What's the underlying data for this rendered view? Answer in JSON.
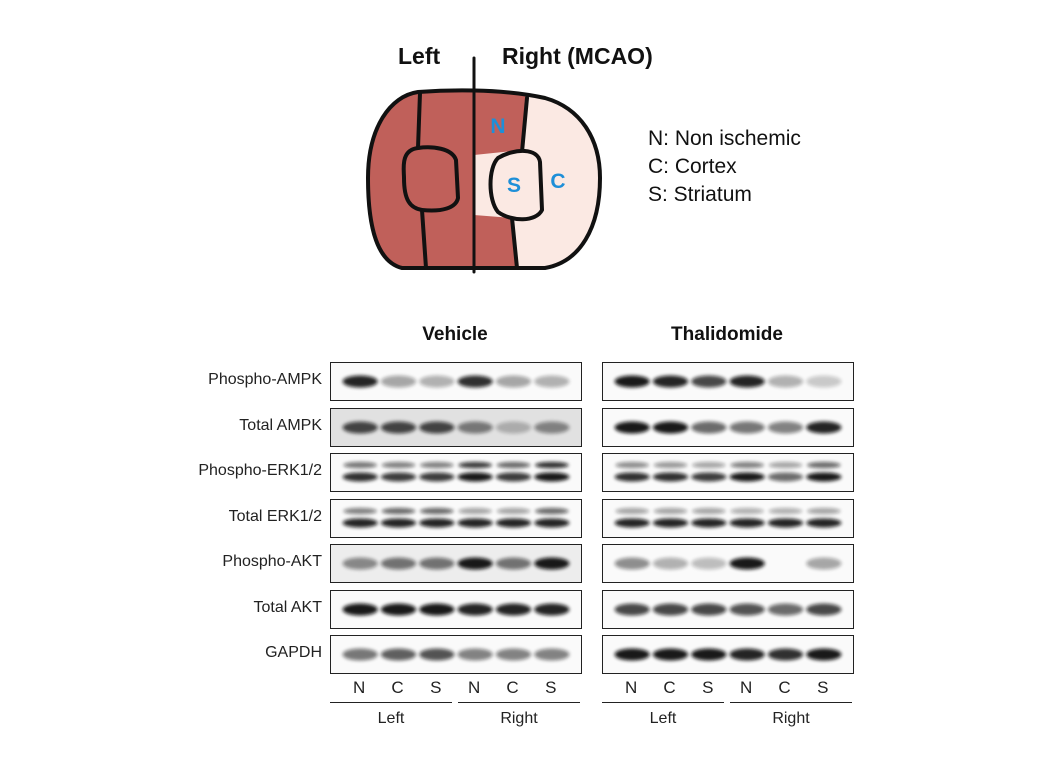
{
  "diagram": {
    "left_label": "Left",
    "right_label": "Right (MCAO)",
    "region_n": "N",
    "region_s": "S",
    "region_c": "C",
    "colors": {
      "healthy": "#c0605a",
      "ischemic": "#fbe9e3",
      "region_text": "#1e8fd8",
      "outline": "#111111"
    }
  },
  "legend": [
    "N: Non ischemic",
    "C: Cortex",
    "S: Striatum"
  ],
  "blot": {
    "groups": [
      {
        "title": "Vehicle",
        "rows": [
          {
            "label": "Phospho-AMPK",
            "bands": [
              0.9,
              0.35,
              0.3,
              0.85,
              0.35,
              0.3
            ],
            "upper": null
          },
          {
            "label": "Total AMPK",
            "bands": [
              0.75,
              0.75,
              0.75,
              0.5,
              0.25,
              0.45
            ],
            "upper": null,
            "bg": 0.25
          },
          {
            "label": "Phospho-ERK1/2",
            "bands": [
              0.85,
              0.8,
              0.8,
              0.95,
              0.8,
              0.95
            ],
            "upper": [
              0.55,
              0.5,
              0.5,
              0.8,
              0.6,
              0.85
            ]
          },
          {
            "label": "Total ERK1/2",
            "bands": [
              0.9,
              0.9,
              0.9,
              0.9,
              0.9,
              0.9
            ],
            "upper": [
              0.5,
              0.6,
              0.6,
              0.35,
              0.35,
              0.6
            ]
          },
          {
            "label": "Phospho-AKT",
            "bands": [
              0.45,
              0.55,
              0.55,
              0.95,
              0.55,
              0.95
            ],
            "upper": null,
            "bg": 0.15
          },
          {
            "label": "Total AKT",
            "bands": [
              0.95,
              0.95,
              0.95,
              0.9,
              0.9,
              0.9
            ],
            "upper": null
          },
          {
            "label": "GAPDH",
            "bands": [
              0.55,
              0.65,
              0.7,
              0.5,
              0.5,
              0.5
            ],
            "upper": null
          }
        ],
        "lanes": [
          "N",
          "C",
          "S",
          "N",
          "C",
          "S"
        ],
        "sides": [
          "Left",
          "Right"
        ]
      },
      {
        "title": "Thalidomide",
        "rows": [
          {
            "label": "Phospho-AMPK",
            "bands": [
              0.95,
              0.9,
              0.75,
              0.9,
              0.3,
              0.2
            ],
            "upper": null
          },
          {
            "label": "Total AMPK",
            "bands": [
              0.95,
              0.95,
              0.6,
              0.55,
              0.5,
              0.9
            ],
            "upper": null
          },
          {
            "label": "Phospho-ERK1/2",
            "bands": [
              0.85,
              0.85,
              0.8,
              0.95,
              0.6,
              0.95
            ],
            "upper": [
              0.45,
              0.4,
              0.35,
              0.5,
              0.35,
              0.6
            ]
          },
          {
            "label": "Total ERK1/2",
            "bands": [
              0.9,
              0.9,
              0.9,
              0.9,
              0.9,
              0.9
            ],
            "upper": [
              0.35,
              0.35,
              0.35,
              0.3,
              0.3,
              0.35
            ]
          },
          {
            "label": "Phospho-AKT",
            "bands": [
              0.45,
              0.3,
              0.25,
              0.95,
              0.0,
              0.35
            ],
            "upper": null
          },
          {
            "label": "Total AKT",
            "bands": [
              0.75,
              0.75,
              0.75,
              0.7,
              0.6,
              0.75
            ],
            "upper": null
          },
          {
            "label": "GAPDH",
            "bands": [
              0.95,
              0.95,
              0.95,
              0.9,
              0.85,
              0.95
            ],
            "upper": null
          }
        ],
        "lanes": [
          "N",
          "C",
          "S",
          "N",
          "C",
          "S"
        ],
        "sides": [
          "Left",
          "Right"
        ]
      }
    ]
  }
}
